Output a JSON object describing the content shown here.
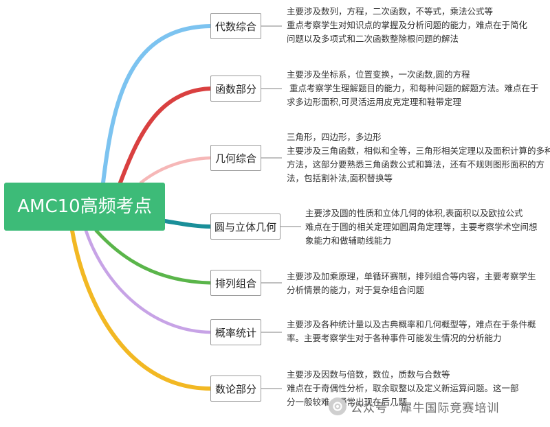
{
  "root": {
    "label": "AMC10高频考点",
    "color": "#3dbb78"
  },
  "branches": [
    {
      "topic": "代数综合",
      "color": "#7cc3f0",
      "lines": [
        "主要涉及数列，方程，二次函数，不等式，乘法公式等",
        "重点考察学生对知识点的掌握及分析问题的能力，难点在于简化",
        "问题以及多项式和二次函数整除根问题的解法"
      ]
    },
    {
      "topic": "函数部分",
      "color": "#d94040",
      "lines": [
        "主要涉及坐标系，位置变换，一次函数,圆的方程",
        " 重点考察学生理解题目的能力，和每种问题的解题方法。难点在于",
        "求多边形面积,可灵活运用皮克定理和鞋带定理"
      ]
    },
    {
      "topic": "几何综合",
      "color": "#f6b7b7",
      "lines": [
        "三角形，四边形，多边形",
        "主要涉及三角函数，相似和全等，三角形相关定理以及面积计算的多种",
        "方法，这部分要熟悉三角函数公式和算法，还有不规则图形面积的方",
        "法，包括割补法,面积替换等"
      ]
    },
    {
      "topic": "圆与立体几何",
      "color": "#1a8f99",
      "lines": [
        "主要涉及圆的性质和立体几何的体积,表面积以及欧拉公式",
        "难点在于圆的相关定理如圆周角定理等，主要考察学术空间想",
        "象能力和做辅助线能力"
      ]
    },
    {
      "topic": "排列组合",
      "color": "#5ab54a",
      "lines": [
        "主要涉及加乘原理，单循环赛制，排列组合等内容，主要考察学生",
        "分析情景的能力，对于复杂组合问题"
      ]
    },
    {
      "topic": "概率统计",
      "color": "#c7a3e6",
      "lines": [
        "主要涉及各种统计量以及古典概率和几何概型等，难点在于条件概",
        "率。主要考察学生对于各种事件可能发生情况的分析能力"
      ]
    },
    {
      "topic": "数论部分",
      "color": "#f2b823",
      "lines": [
        "主要涉及因数与倍数，数位，质数与合数等",
        "难点在于奇偶性分析，取余取整以及定义新运算问题。这一部",
        "分一般较难，通常出现在后几题"
      ]
    }
  ],
  "watermark": {
    "platform": "公众号",
    "separator": "·",
    "account": "犀牛国际竞赛培训",
    "icon": "wechat-official-account-icon"
  }
}
